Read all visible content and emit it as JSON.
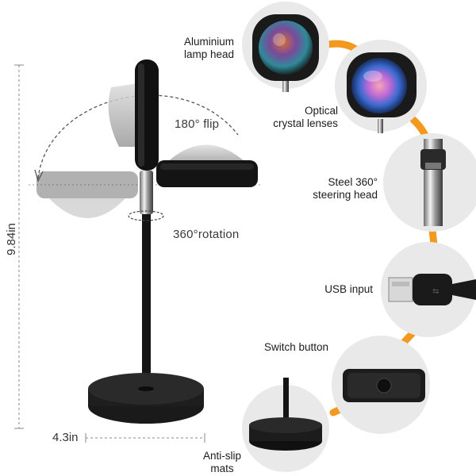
{
  "dimensions": {
    "height": "9.84in",
    "width": "4.3in"
  },
  "annotations": {
    "flip": "180° flip",
    "rotation": "360°rotation"
  },
  "features": [
    {
      "key": "lamp_head",
      "label_line1": "Aluminium",
      "label_line2": "lamp head"
    },
    {
      "key": "lenses",
      "label_line1": "Optical",
      "label_line2": "crystal lenses"
    },
    {
      "key": "steering",
      "label_line1": "Steel 360°",
      "label_line2": "steering head"
    },
    {
      "key": "usb",
      "label_line1": "USB input",
      "label_line2": ""
    },
    {
      "key": "switch",
      "label_line1": "Switch button",
      "label_line2": ""
    },
    {
      "key": "mats",
      "label_line1": "Anti-slip",
      "label_line2": "mats"
    }
  ],
  "colors": {
    "accent_orange": "#f39a1e",
    "circle_bg": "#e9e9e9",
    "lamp_black": "#141414"
  },
  "icons": [
    "lamp-head-closeup-icon",
    "lens-closeup-icon",
    "steering-head-closeup-icon",
    "usb-plug-icon",
    "switch-button-icon",
    "base-mat-icon"
  ]
}
